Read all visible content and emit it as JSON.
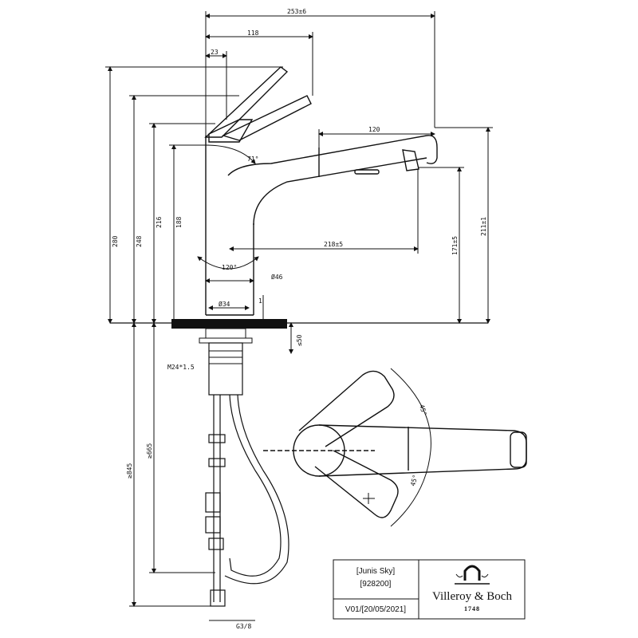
{
  "dimensions": {
    "total_length": "253±6",
    "lever_length": "118",
    "lever_offset": "23",
    "spout_head": "120",
    "lever_angle": "71°",
    "swivel_angle": "120°",
    "base_diameter": "Ø46",
    "hole_diameter": "Ø34",
    "body_height_total": "280",
    "height_248": "248",
    "height_216": "216",
    "height_188": "188",
    "reach": "218±5",
    "outlet_height": "171±5",
    "spout_height": "211±1",
    "small_mark": "1",
    "max_deck": "≤50",
    "thread": "M24*1.5",
    "hose_long": "≥845",
    "hose_short": "≥665",
    "connection": "G3/8",
    "top_angle_1": "45°",
    "top_angle_2": "45°"
  },
  "title_block": {
    "product_name": "[Junis Sky]",
    "article_no": "[928200]",
    "version": "V01/[20/05/2021]",
    "brand": "Villeroy & Boch",
    "year": "1748"
  }
}
